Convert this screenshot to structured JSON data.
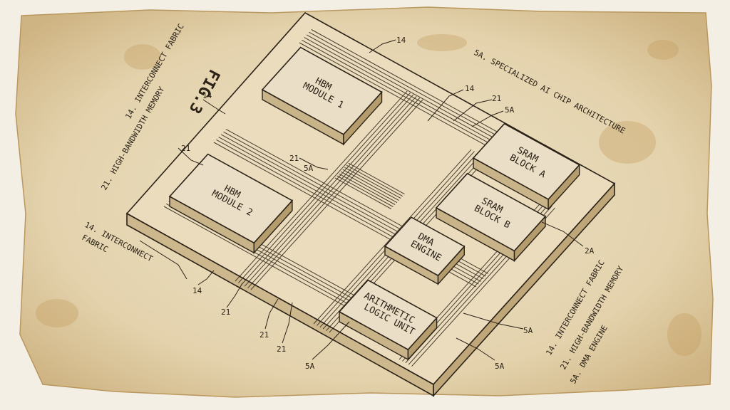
{
  "figure": {
    "label": "FIG.3",
    "title": "5A. SPECIALIZED AI CHIP ARCHITECTURE"
  },
  "blocks": [
    {
      "id": "hbm1",
      "lines": [
        "HBM",
        "MODULE 1"
      ]
    },
    {
      "id": "hbm2",
      "lines": [
        "HBM",
        "MODULE 2"
      ]
    },
    {
      "id": "sramA",
      "lines": [
        "SRAM",
        "BLOCK A"
      ]
    },
    {
      "id": "sramB",
      "lines": [
        "SRAM",
        "BLOCK B"
      ]
    },
    {
      "id": "dma",
      "lines": [
        "DMA",
        "ENGINE"
      ]
    },
    {
      "id": "alu",
      "lines": [
        "ARITHMETIC",
        "LOGIC UNIT"
      ]
    }
  ],
  "legend_left": [
    "14. INTERCONNECT FABRIC",
    "21. HIGH-BANDWIDTH MEMORY"
  ],
  "legend_left_lower": [
    "14. INTERCONNECT",
    "FABRIC"
  ],
  "legend_right": [
    "14. INTERCONNECT FABRIC",
    "21. HIGH-BANDWIDTH MEMORY",
    "5A. DMA ENGINE"
  ],
  "refs": {
    "r14": "14",
    "r21": "21",
    "r5a": "5A",
    "r2a": "2A"
  },
  "colors": {
    "ink": "#2b2218",
    "paper": "#e7d8b7",
    "stain": "#c9ab78",
    "block": "#eadfc6"
  }
}
